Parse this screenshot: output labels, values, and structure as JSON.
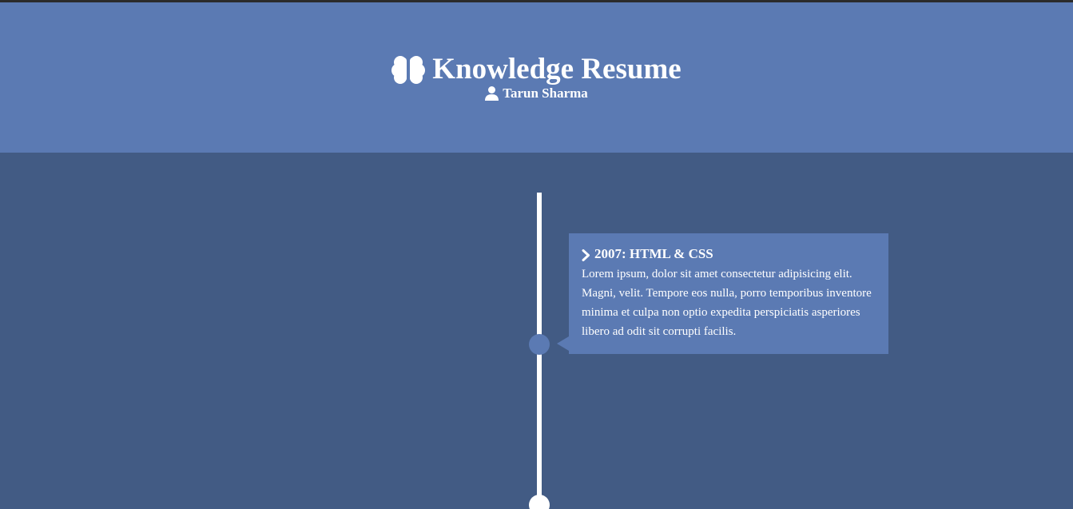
{
  "header": {
    "title": "Knowledge Resume",
    "author": "Tarun Sharma",
    "title_icon": "brain-icon",
    "author_icon": "user-icon"
  },
  "timeline": {
    "items": [
      {
        "heading_icon": "chevron-right-icon",
        "heading": "2007: HTML & CSS",
        "text": "Lorem ipsum, dolor sit amet consectetur adipisicing elit. Magni, velit. Tempore eos nulla, porro temporibus inventore minima et culpa non optio expedita perspiciatis asperiores libero ad odit sit corrupti facilis."
      }
    ]
  },
  "colors": {
    "header_bg": "#5b7ab3",
    "main_bg": "#425b84",
    "card_bg": "#5b7ab3",
    "line": "#ffffff",
    "text": "#ffffff"
  }
}
